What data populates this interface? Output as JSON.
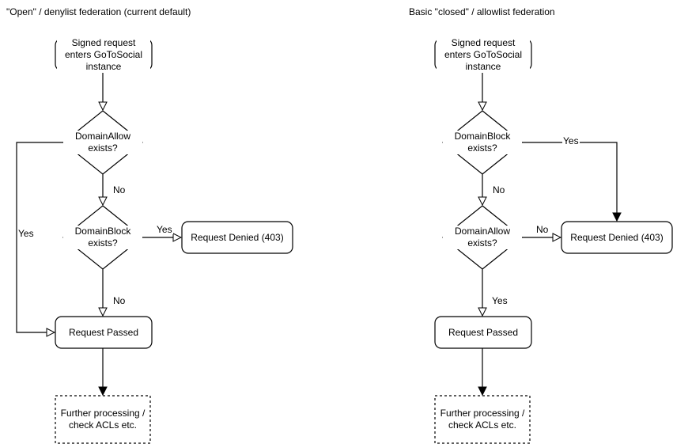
{
  "colors": {
    "stroke": "#000000",
    "background": "#ffffff",
    "text": "#000000"
  },
  "left": {
    "title": "\"Open\" / denylist federation (current default)",
    "nodes": {
      "start": "Signed request enters GoToSocial instance",
      "allow_decision": "DomainAllow exists?",
      "block_decision": "DomainBlock exists?",
      "denied": "Request Denied (403)",
      "passed": "Request Passed",
      "further": "Further processing / check ACLs etc."
    },
    "edges": {
      "allow_yes": "Yes",
      "allow_no": "No",
      "block_yes": "Yes",
      "block_no": "No"
    }
  },
  "right": {
    "title": "Basic \"closed\" / allowlist federation",
    "nodes": {
      "start": "Signed request enters GoToSocial instance",
      "block_decision": "DomainBlock exists?",
      "allow_decision": "DomainAllow exists?",
      "denied": "Request Denied (403)",
      "passed": "Request Passed",
      "further": "Further processing / check ACLs etc."
    },
    "edges": {
      "block_yes": "Yes",
      "block_no": "No",
      "allow_no": "No",
      "allow_yes": "Yes"
    }
  }
}
